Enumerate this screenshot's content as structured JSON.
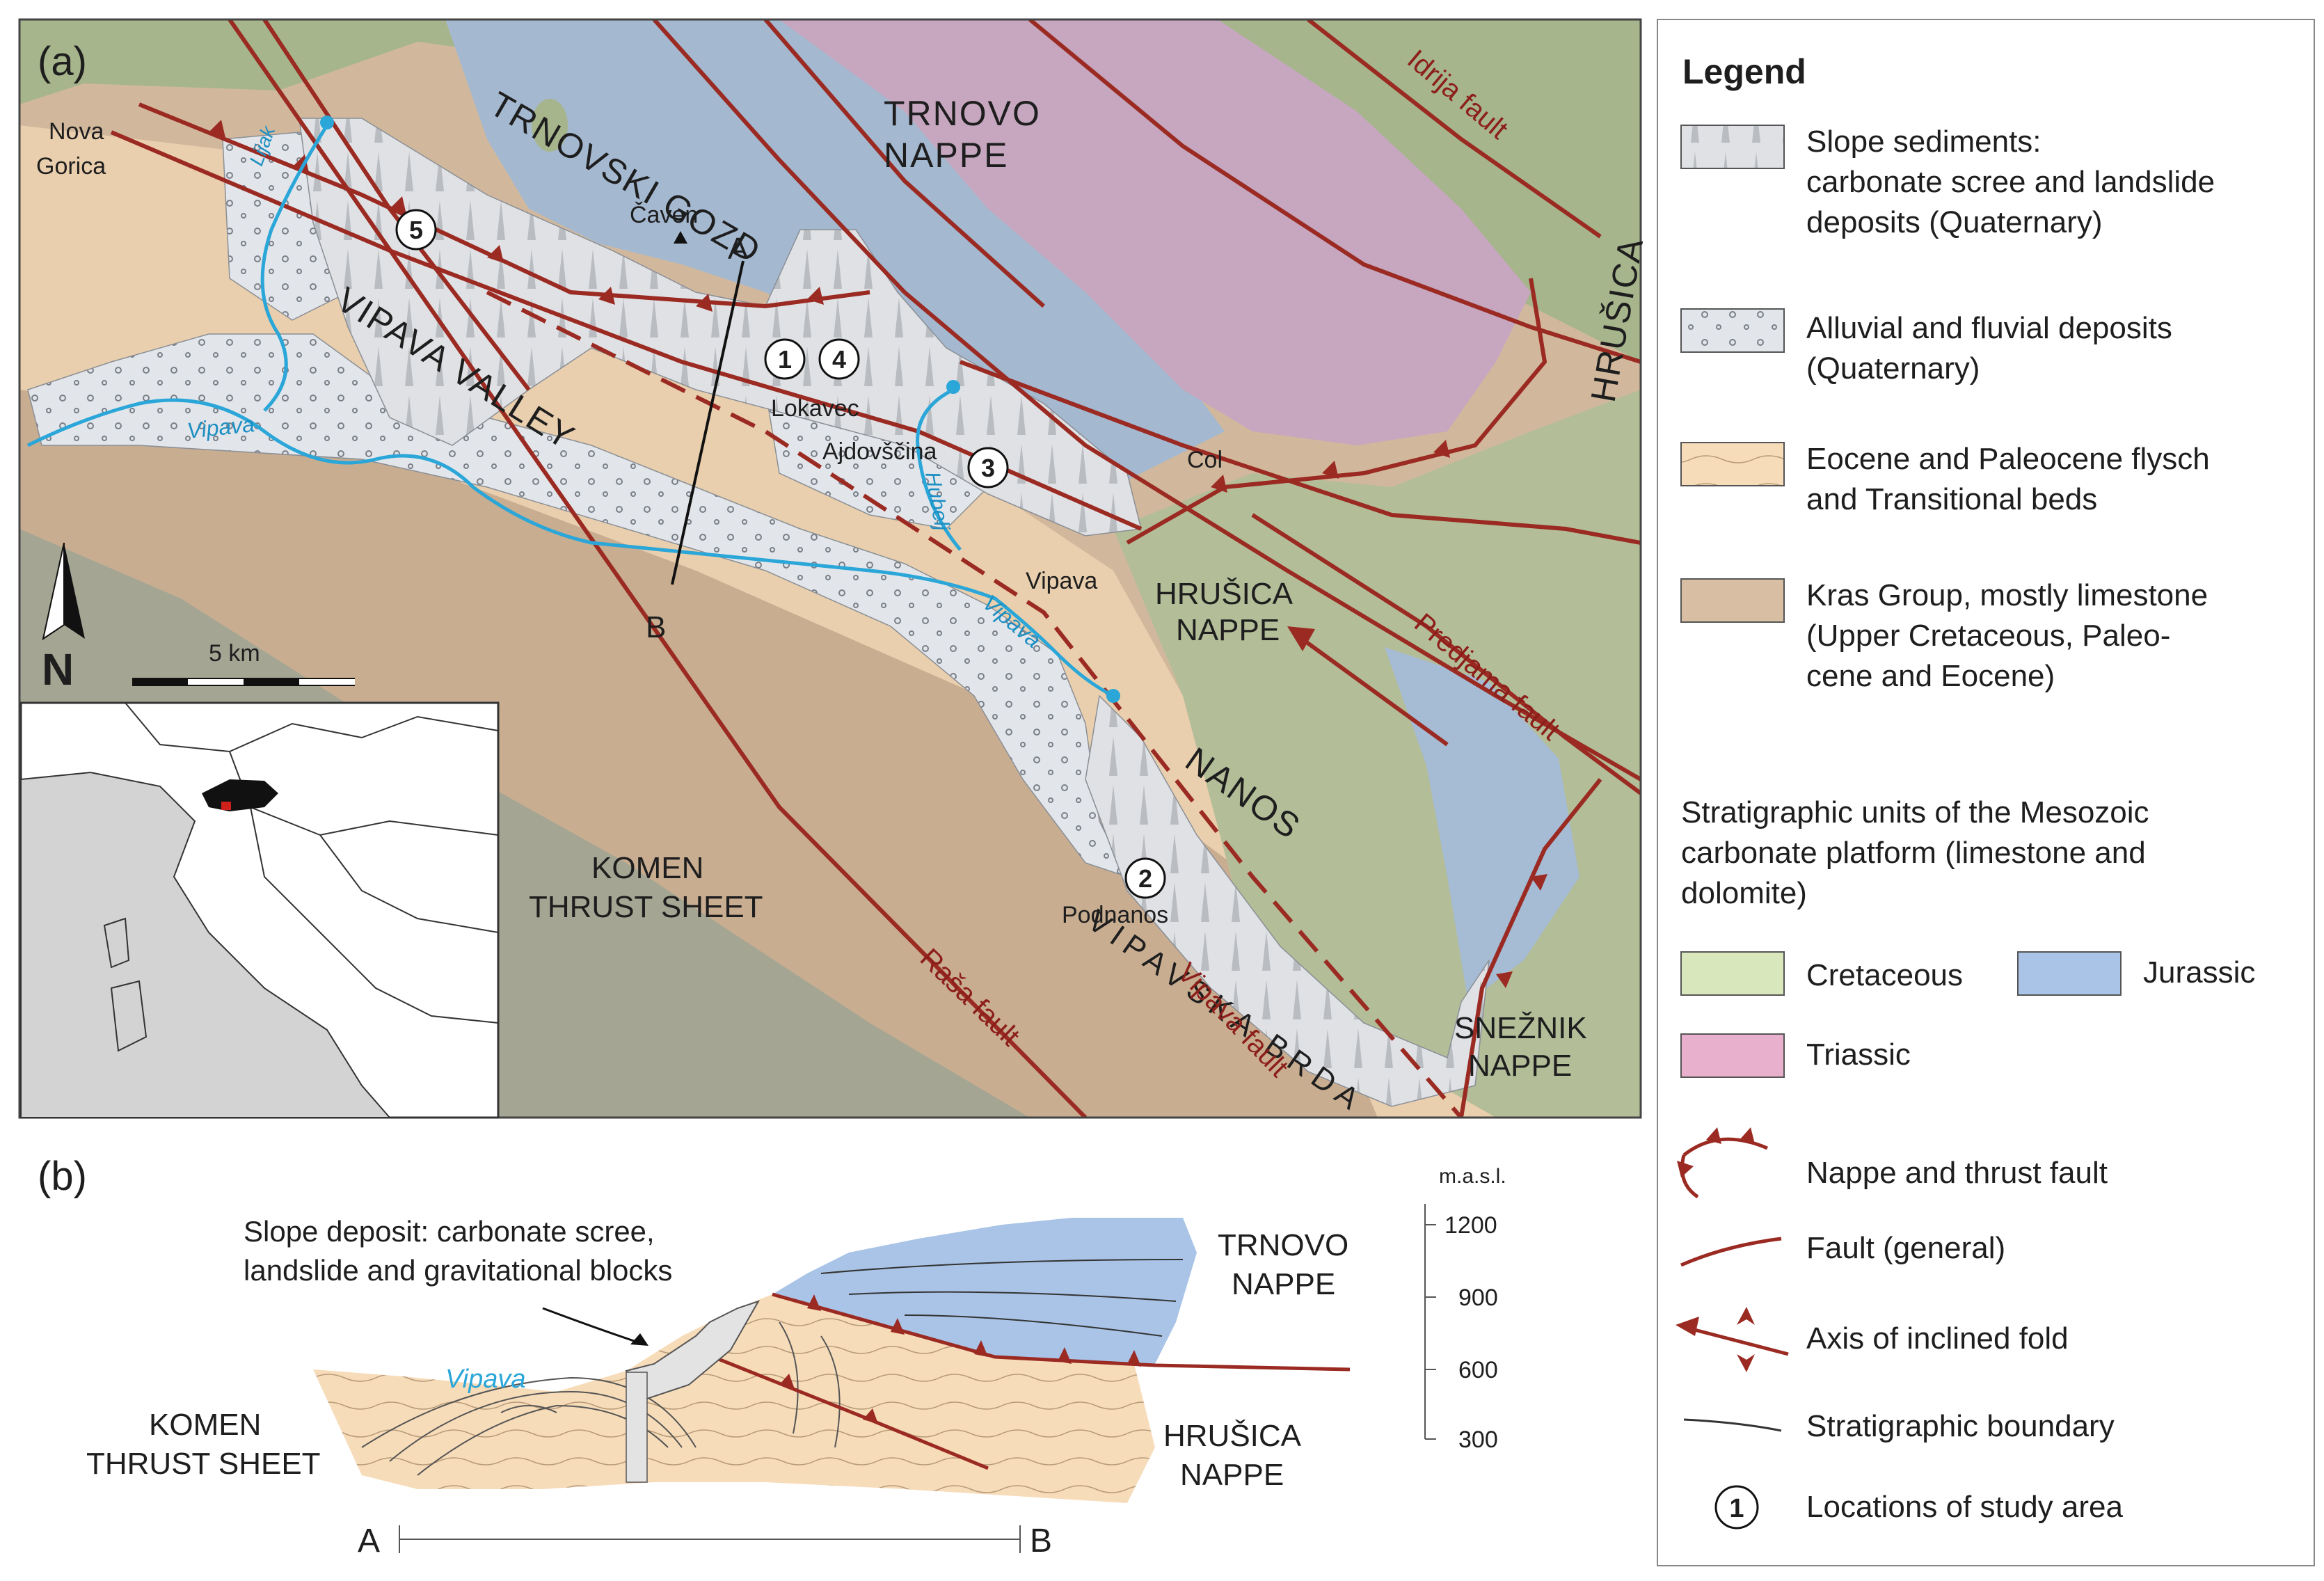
{
  "panels": {
    "a_label": "(a)",
    "b_label": "(b)"
  },
  "map": {
    "units": {
      "trnovski_gozd": "TRNOVSKI GOZD",
      "trnovo_nappe_1": "TRNOVO",
      "trnovo_nappe_2": "NAPPE",
      "vipava_valley": "VIPAVA VALLEY",
      "hrusica_nappe_1": "HRUŠICA",
      "hrusica_nappe_2": "NAPPE",
      "hrusica": "HRUŠICA",
      "nanos": "NANOS",
      "komen_1": "KOMEN",
      "komen_2": "THRUST SHEET",
      "vipavska_brda": "VIPAVSKA BRDA",
      "sneznik_1": "SNEŽNIK",
      "sneznik_2": "NAPPE"
    },
    "places": {
      "nova_gorica_1": "Nova",
      "nova_gorica_2": "Gorica",
      "caven": "Čaven",
      "lokavec": "Lokavec",
      "ajdovscina": "Ajdovščina",
      "col": "Col",
      "vipava_town": "Vipava",
      "podnanos": "Podnanos"
    },
    "rivers": {
      "vipava_1": "Vipava",
      "vipava_2": "Vipava",
      "hubelj": "Hubelj",
      "lijak": "Lijak"
    },
    "faults": {
      "idrija": "Idrija fault",
      "predjama": "Predjama fault",
      "rasa": "Raša fault",
      "vipava": "Vipava fault"
    },
    "section_a": "A",
    "section_b": "B",
    "sites": [
      "1",
      "4",
      "3",
      "2",
      "5"
    ],
    "north": "N",
    "scale": "5 km"
  },
  "section": {
    "slope_note_1": "Slope deposit: carbonate scree,",
    "slope_note_2": "landslide and gravitational blocks",
    "trnovo_1": "TRNOVO",
    "trnovo_2": "NAPPE",
    "komen_1": "KOMEN",
    "komen_2": "THRUST SHEET",
    "hrusica_1": "HRUŠICA",
    "hrusica_2": "NAPPE",
    "vipava": "Vipava",
    "a": "A",
    "b": "B",
    "axis_unit": "m.a.s.l.",
    "ticks": [
      "1200",
      "900",
      "600",
      "300"
    ]
  },
  "legend": {
    "title": "Legend",
    "slope_1": "Slope sediments:",
    "slope_2": "carbonate scree and landslide",
    "slope_3": "deposits (Quaternary)",
    "alluvial_1": "Alluvial and fluvial deposits",
    "alluvial_2": "(Quaternary)",
    "flysch_1": "Eocene and Paleocene flysch",
    "flysch_2": "and Transitional beds",
    "kras_1": "Kras Group, mostly limestone",
    "kras_2": "(Upper Cretaceous, Paleo-",
    "kras_3": "cene and Eocene)",
    "strat_1": "Stratigraphic units of the Mesozoic",
    "strat_2": "carbonate platform (limestone and",
    "strat_3": "dolomite)",
    "cretaceous": "Cretaceous",
    "jurassic": "Jurassic",
    "triassic": "Triassic",
    "nappe_fault": "Nappe and thrust fault",
    "fault_general": "Fault (general)",
    "fold_axis": "Axis of inclined fold",
    "strat_boundary": "Stratigraphic boundary",
    "site_symbol": "1",
    "locations": "Locations of study area"
  },
  "colors": {
    "fault": "#9a2a22",
    "river": "#2aa6d8",
    "jurassic": "#a9c4e6",
    "triassic": "#e8b0cc",
    "cretaceous": "#d9e8bc",
    "flysch": "#f6dcb8",
    "kras": "#d8bfa3",
    "alluvial": "#e4e6ea"
  }
}
